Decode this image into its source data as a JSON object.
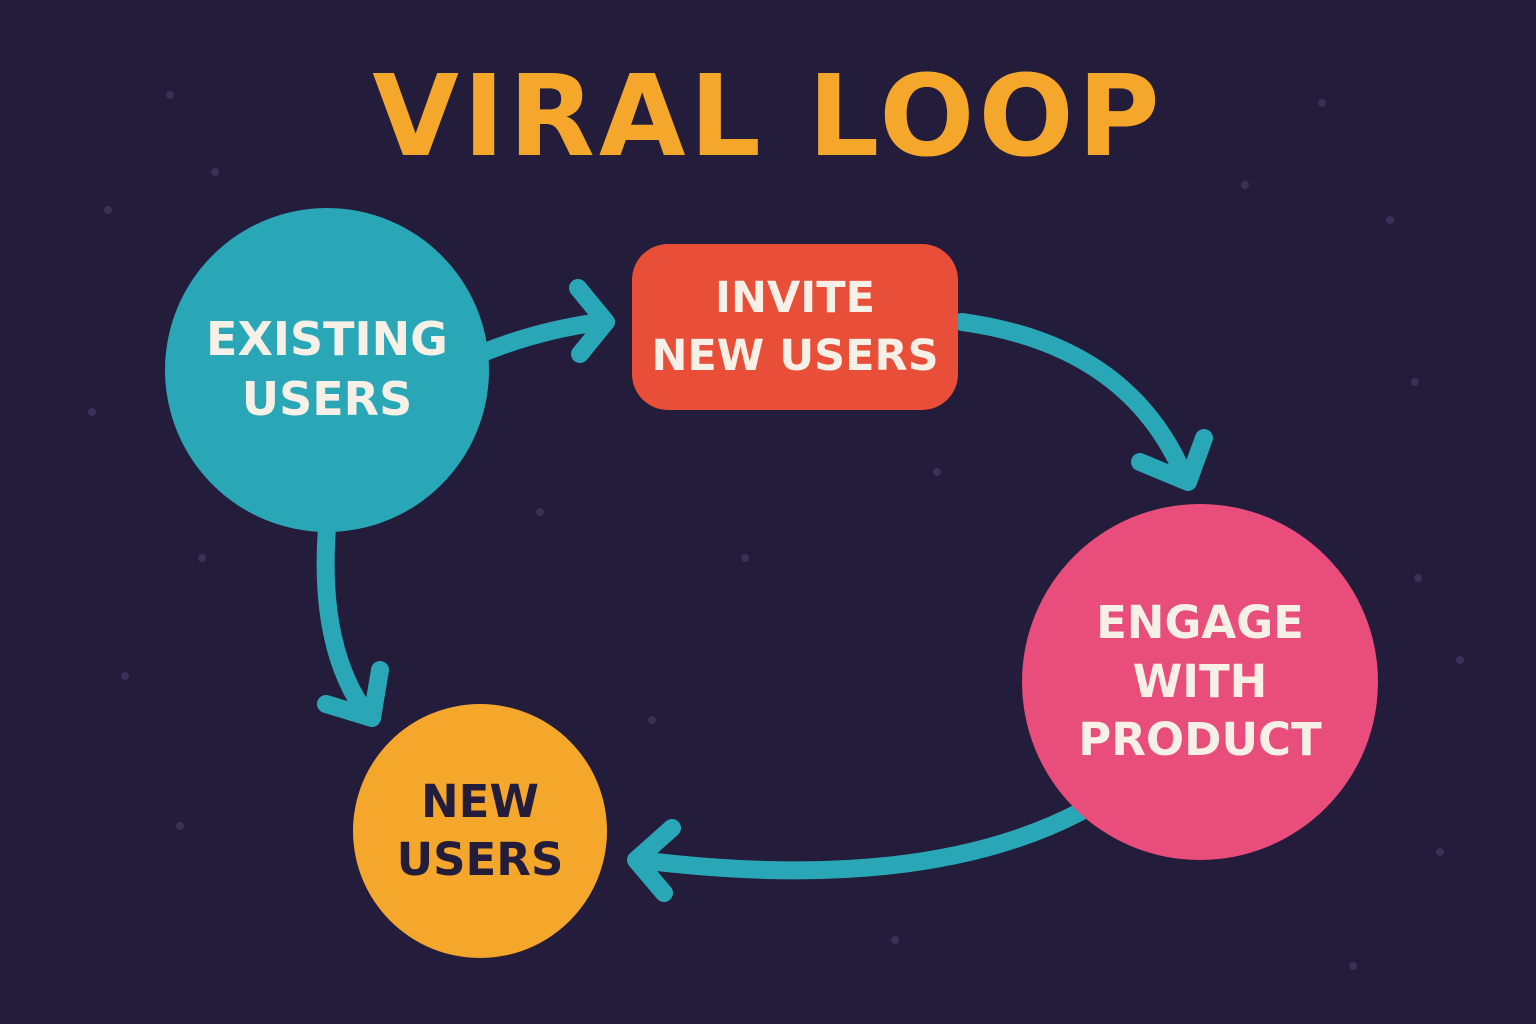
{
  "title": "VIRAL LOOP",
  "colors": {
    "background": "#231c3a",
    "title": "#f5a72c",
    "arrow": "#2aa7b7",
    "existing_users": "#2aa7b7",
    "invite": "#e94f38",
    "engage": "#e84d7c",
    "new_users": "#f5a72c",
    "light_text": "#f6f0e6",
    "dark_text": "#231c3a"
  },
  "nodes": {
    "existing_users": {
      "line1": "EXISTING",
      "line2": "USERS"
    },
    "invite": {
      "line1": "INVITE",
      "line2": "NEW USERS"
    },
    "engage": {
      "line1": "ENGAGE",
      "line2": "WITH",
      "line3": "PRODUCT"
    },
    "new_users": {
      "line1": "NEW",
      "line2": "USERS"
    }
  }
}
